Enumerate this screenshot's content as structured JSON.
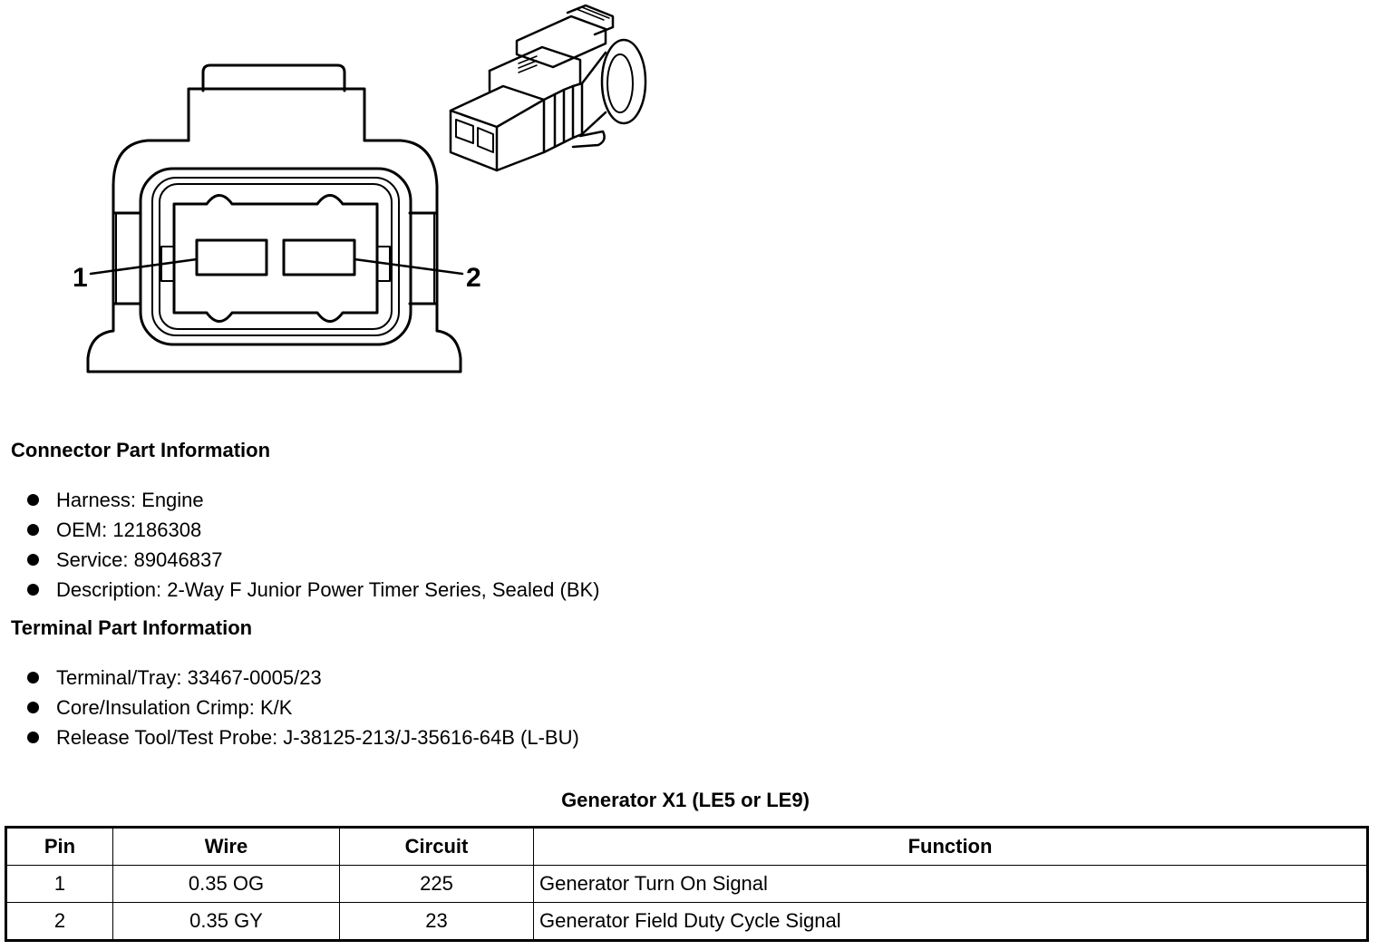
{
  "diagram": {
    "pin_labels": [
      "1",
      "2"
    ]
  },
  "connector_info": {
    "title": "Connector Part Information",
    "items": [
      "Harness: Engine",
      "OEM: 12186308",
      "Service: 89046837",
      "Description: 2-Way F Junior Power Timer Series, Sealed (BK)"
    ]
  },
  "terminal_info": {
    "title": "Terminal Part Information",
    "items": [
      "Terminal/Tray: 33467-0005/23",
      "Core/Insulation Crimp: K/K",
      "Release Tool/Test Probe: J-38125-213/J-35616-64B (L-BU)"
    ]
  },
  "pin_table": {
    "title": "Generator X1 (LE5 or LE9)",
    "headers": {
      "pin": "Pin",
      "wire": "Wire",
      "circuit": "Circuit",
      "function": "Function"
    },
    "rows": [
      {
        "pin": "1",
        "wire": "0.35 OG",
        "circuit": "225",
        "function": "Generator Turn On Signal"
      },
      {
        "pin": "2",
        "wire": "0.35 GY",
        "circuit": "23",
        "function": "Generator Field Duty Cycle Signal"
      }
    ]
  }
}
